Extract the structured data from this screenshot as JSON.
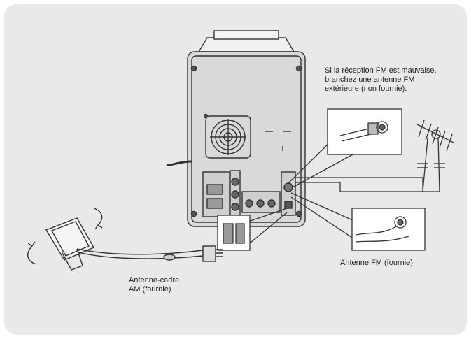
{
  "notes": {
    "fm_outdoor": [
      "Si la réception FM est mauvaise,",
      "branchez une antenne FM",
      "extérieure (non fournie)."
    ],
    "fm_supplied": "Antenne FM (fournie)",
    "am_supplied": [
      "Antenne-cadre",
      "AM (fournie)"
    ]
  },
  "colors": {
    "background": "#e9e9e9",
    "line": "#333333",
    "unit_fill": "#d8d8d8"
  }
}
